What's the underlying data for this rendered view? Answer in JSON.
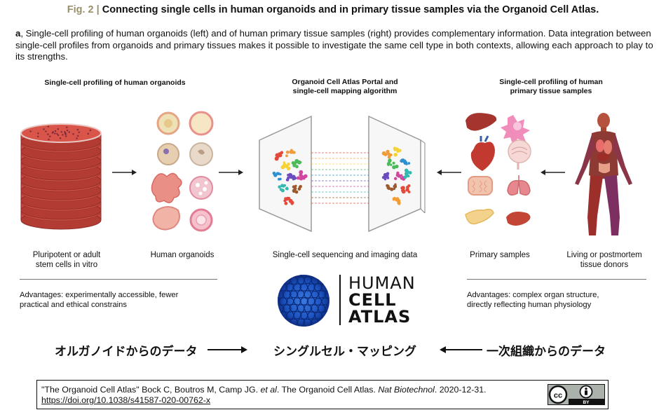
{
  "figure": {
    "label": "Fig. 2 |",
    "title": "Connecting single cells in human organoids and in primary tissue samples via the Organoid Cell Atlas."
  },
  "caption": {
    "panel": "a",
    "text": ", Single-cell profiling of human organoids (left) and of human primary tissue samples (right) provides complementary information. Data integration between single-cell profiles from organoids and primary tissues makes it possible to investigate the same cell type in both contexts, allowing each approach to play to its strengths."
  },
  "headings": {
    "left": "Single-cell profiling of human organoids",
    "center_line1": "Organoid Cell Atlas Portal and",
    "center_line2": "single-cell mapping algorithm",
    "right_line1": "Single-cell profiling of human",
    "right_line2": "primary tissue samples"
  },
  "labels": {
    "stem_line1": "Pluripotent or adult",
    "stem_line2": "stem cells in vitro",
    "organoids": "Human organoids",
    "sequencing": "Single-cell sequencing and imaging data",
    "primary": "Primary samples",
    "donors_line1": "Living or postmortem",
    "donors_line2": "tissue donors"
  },
  "advantages": {
    "left_line1": "Advantages: experimentally accessible, fewer",
    "left_line2": "practical and ethical constrains",
    "right_line1": "Advantages: complex organ structure,",
    "right_line2": "directly reflecting human physiology"
  },
  "logo": {
    "word1": "HUMAN",
    "word2": "CELL",
    "word3": "ATLAS"
  },
  "japanese": {
    "left": "オルガノイドからのデータ",
    "center": "シングルセル・マッピング",
    "right": "一次組織からのデータ"
  },
  "citation": {
    "quoted_title": "\"The Organoid Cell Atlas\"",
    "authors": " Bock C, Boutros M, Camp JG. ",
    "etal": "et al",
    "after_etal": ". The Organoid Cell Atlas. ",
    "journal": "Nat Biotechnol",
    "date": ". 2020-12-31.",
    "doi": "https://doi.org/10.1038/s41587-020-00762-x",
    "license_by": "BY"
  }
}
